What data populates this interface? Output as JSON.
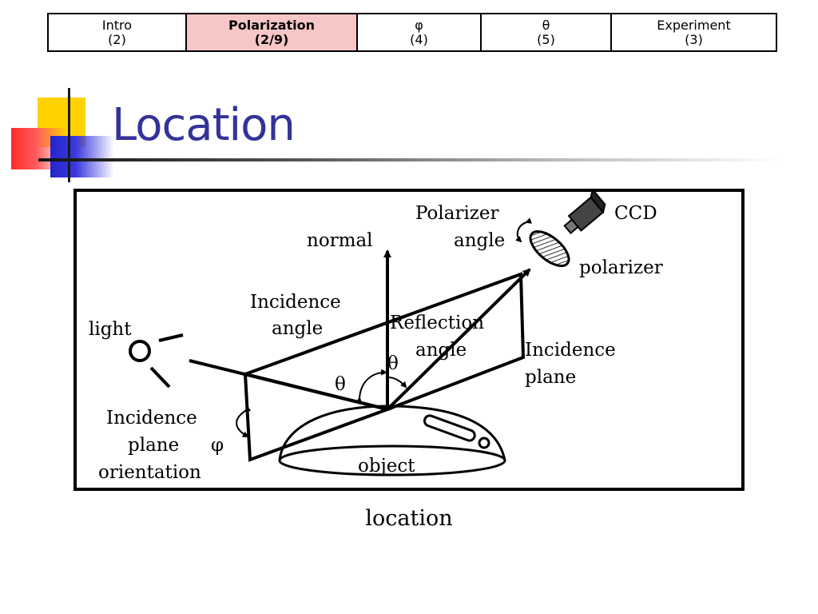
{
  "nav": {
    "tabs": [
      {
        "label": "Intro",
        "count": "(2)",
        "active": false
      },
      {
        "label": "Polarization",
        "count": "(2/9)",
        "active": true
      },
      {
        "label": "φ",
        "count": "(4)",
        "active": false
      },
      {
        "label": "θ",
        "count": "(5)",
        "active": false
      },
      {
        "label": "Experiment",
        "count": "(3)",
        "active": false
      }
    ],
    "active_color": "#f7c6c6"
  },
  "title": "Location",
  "title_color": "#333399",
  "diagram": {
    "labels": {
      "polarizer_angle_1": "Polarizer",
      "polarizer_angle_2": "angle",
      "ccd": "CCD",
      "normal": "normal",
      "polarizer": "polarizer",
      "incidence_angle_1": "Incidence",
      "incidence_angle_2": "angle",
      "light": "light",
      "reflection_angle_1": "Reflection",
      "reflection_angle_2": "angle",
      "incidence_plane_1": "Incidence",
      "incidence_plane_2": "plane",
      "theta_left": "θ",
      "theta_right": "θ",
      "orientation_1": "Incidence",
      "orientation_2": "plane",
      "orientation_phi": "φ",
      "orientation_3": "orientation",
      "object": "object"
    }
  },
  "caption": "location"
}
